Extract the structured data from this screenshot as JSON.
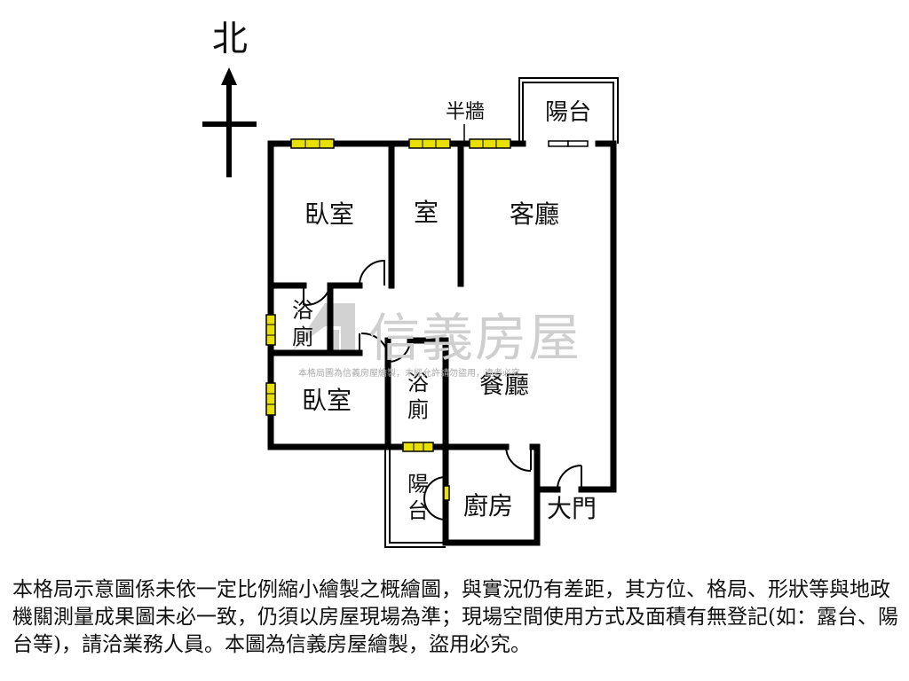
{
  "plan": {
    "compass": "北",
    "rooms": {
      "bedroom_top": "臥室",
      "room_mid": "室",
      "living": "客廳",
      "bath_left": "浴\n廁",
      "bedroom_bottom": "臥室",
      "bath_mid": "浴\n廁",
      "dining": "餐廳",
      "balcony_top": "陽台",
      "balcony_bottom": "陽\n台",
      "kitchen": "廚房",
      "main_door": "大門"
    },
    "half_wall": "半牆",
    "wall_color": "#000000",
    "window_color": "#e8e000"
  },
  "watermark": {
    "brand": "信義房屋",
    "notice": "本格局圖為信義房屋繪製，未經允許請勿盜用，違者必究"
  },
  "disclaimer": "本格局示意圖係未依一定比例縮小繪製之概繪圖，與實況仍有差距，其方位、格局、形狀等與地政機關測量成果圖未必一致，仍須以房屋現場為準；現場空間使用方式及面積有無登記(如：露台、陽台等)，請洽業務人員。本圖為信義房屋繪製，盜用必究。"
}
